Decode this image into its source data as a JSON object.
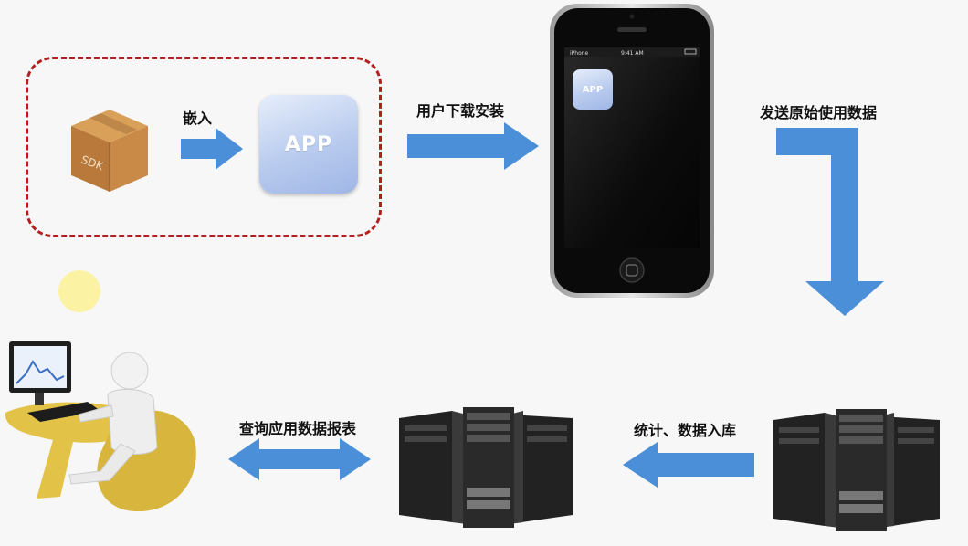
{
  "steps": {
    "embed": "嵌入",
    "download": "用户下载安装",
    "send": "发送原始使用数据",
    "store": "统计、数据入库",
    "query": "查询应用数据报表"
  },
  "sdk": {
    "label": "SDK"
  },
  "app": {
    "label": "APP"
  },
  "phone": {
    "carrier": "iPhone",
    "time": "9:41 AM",
    "app_label": "APP"
  },
  "colors": {
    "arrow": "#4a8fd8",
    "dashed_border": "#b22020",
    "app_tile": "#b9cbee"
  }
}
